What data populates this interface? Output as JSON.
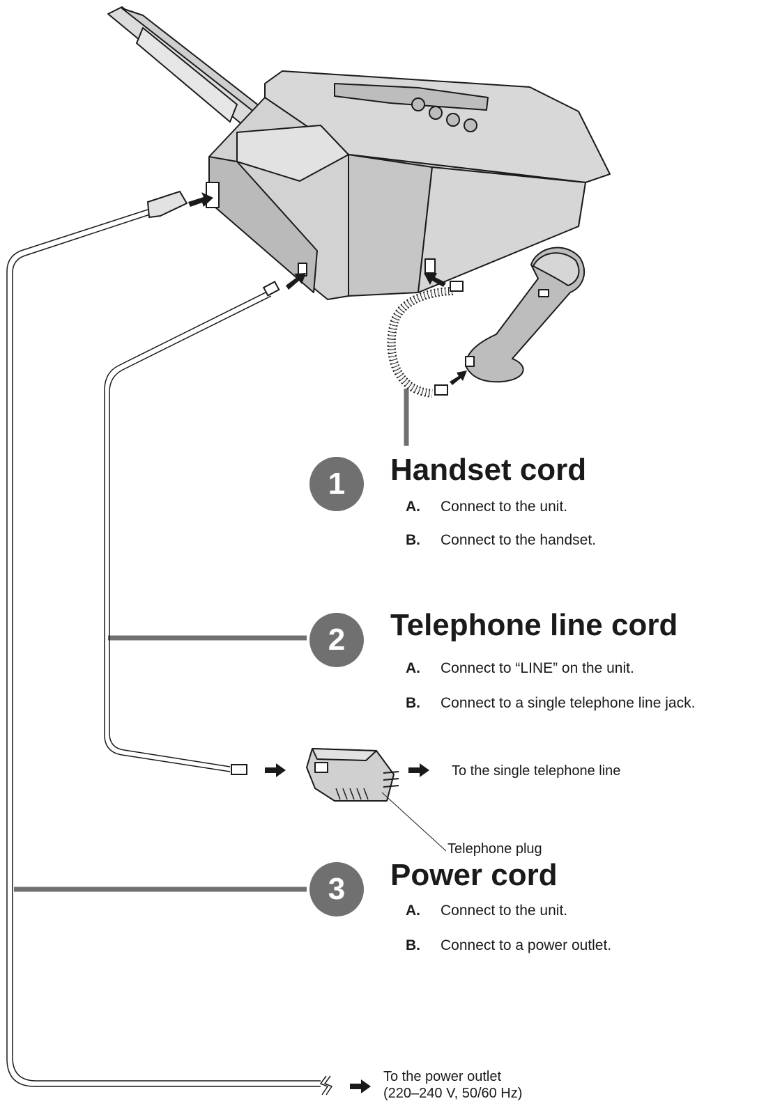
{
  "steps": [
    {
      "number": "1",
      "title": "Handset cord",
      "items": [
        {
          "letter": "A.",
          "text": "Connect to the unit."
        },
        {
          "letter": "B.",
          "text": "Connect to the handset."
        }
      ]
    },
    {
      "number": "2",
      "title": "Telephone line cord",
      "items": [
        {
          "letter": "A.",
          "text": "Connect to “LINE” on the unit."
        },
        {
          "letter": "B.",
          "text": "Connect to a single telephone line jack."
        }
      ]
    },
    {
      "number": "3",
      "title": "Power cord",
      "items": [
        {
          "letter": "A.",
          "text": "Connect to the unit."
        },
        {
          "letter": "B.",
          "text": "Connect to a power outlet."
        }
      ]
    }
  ],
  "labels": {
    "single_line": "To the single telephone line",
    "telephone_plug": "Telephone plug",
    "power_outlet_line1": "To the power outlet",
    "power_outlet_line2": "(220–240 V, 50/60 Hz)"
  },
  "colors": {
    "badge": "#707070",
    "leader": "#707070",
    "device_fill": "#d2d2d2",
    "device_shadow": "#a8a8a8",
    "ink": "#1a1a1a"
  }
}
